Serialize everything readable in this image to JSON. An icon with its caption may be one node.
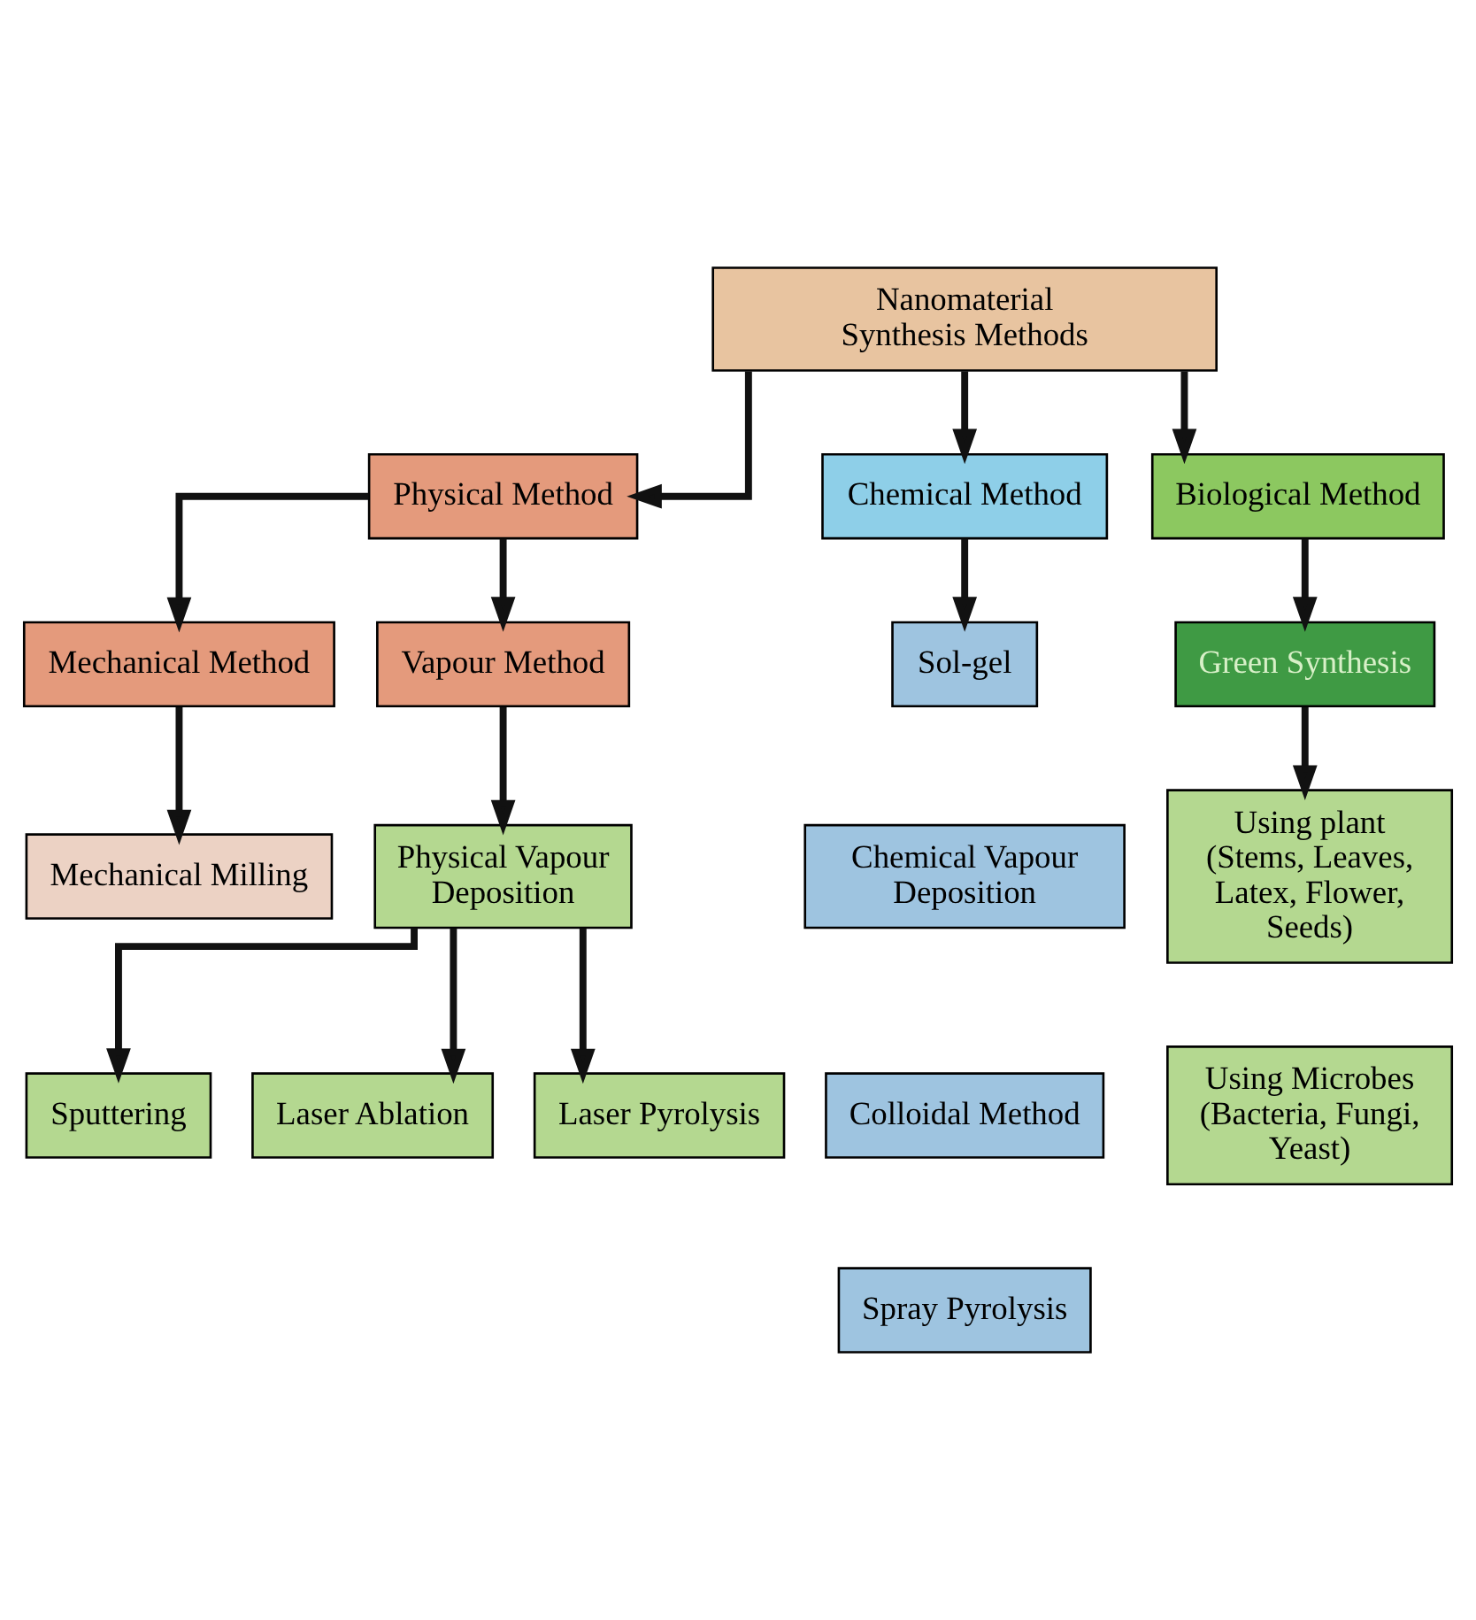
{
  "diagram": {
    "nodes": [
      {
        "text": [
          "Nanomaterial Synthesis Methods"
        ]
      },
      {
        "text": [
          "Physical Method"
        ]
      },
      {
        "text": [
          "Chemical Method"
        ]
      },
      {
        "text": [
          "Biological Method"
        ]
      },
      {
        "text": [
          "Mechanical Method"
        ]
      },
      {
        "text": [
          "Vapour Method"
        ]
      },
      {
        "text": [
          "Sol-gel"
        ]
      },
      {
        "text": [
          "Chemical Vapour Deposition"
        ]
      },
      {
        "text": [
          "Colloidal Method"
        ]
      },
      {
        "text": [
          "Spray Pyrolysis"
        ]
      },
      {
        "text": [
          "Green Synthesis"
        ]
      },
      {
        "text": [
          "Mechanical Milling"
        ]
      },
      {
        "text": [
          "Physical Vapour Deposition"
        ]
      },
      {
        "text": [
          "Using plant (Stems, Leaves, Latex, Flower, Seeds)"
        ]
      },
      {
        "text": [
          "Using Microbes (Bacteria, Fungi, Yeast)"
        ]
      },
      {
        "text": [
          "Sputtering"
        ]
      },
      {
        "text": [
          "Laser Ablation"
        ]
      },
      {
        "text": [
          "Laser Pyrolysis"
        ]
      }
    ],
    "edges": [
      {
        "from": 0,
        "to": 1,
        "arrow": "to"
      },
      {
        "from": 0,
        "to": 2,
        "arrow": "to"
      },
      {
        "from": 0,
        "to": 3,
        "arrow": "to"
      },
      {
        "from": 1,
        "to": 4,
        "arrow": "to"
      },
      {
        "from": 1,
        "to": 5,
        "arrow": "to"
      },
      {
        "from": 2,
        "to": 6,
        "arrow": "to"
      },
      {
        "from": 3,
        "to": 10,
        "arrow": "to"
      },
      {
        "from": 4,
        "to": 11,
        "arrow": "to"
      },
      {
        "from": 5,
        "to": 12,
        "arrow": "to"
      },
      {
        "from": 10,
        "to": 13,
        "arrow": "to"
      },
      {
        "from": 12,
        "to": 15,
        "arrow": "to"
      },
      {
        "from": 12,
        "to": 16,
        "arrow": "to"
      },
      {
        "from": 12,
        "to": 17,
        "arrow": "to"
      }
    ]
  }
}
